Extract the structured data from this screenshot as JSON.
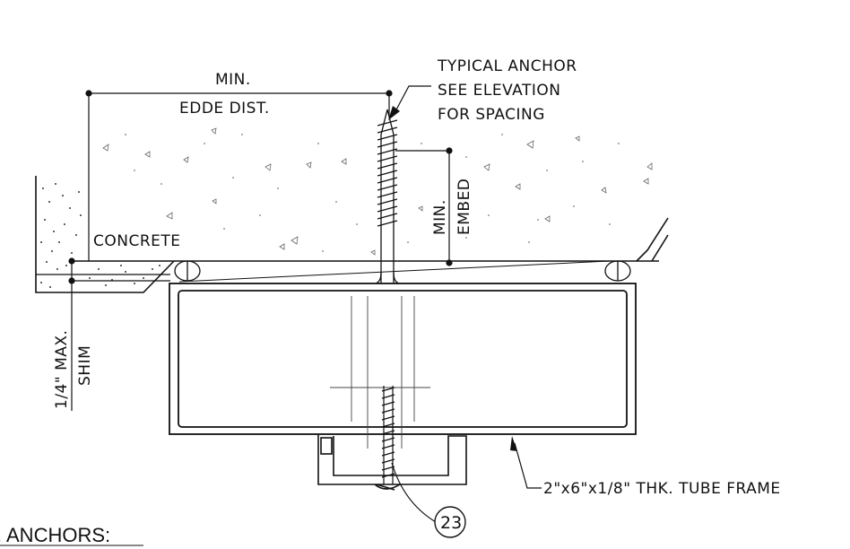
{
  "labels": {
    "min_edge_line1": "MIN.",
    "min_edge_line2": "EDDE DIST.",
    "anchor_line1": "TYPICAL ANCHOR",
    "anchor_line2": "SEE ELEVATION",
    "anchor_line3": "FOR SPACING",
    "embed_line1": "MIN.",
    "embed_line2": "EMBED",
    "concrete": "CONCRETE",
    "shim_line1": "1/4\" MAX.",
    "shim_line2": "SHIM",
    "tube_frame": "2\"x6\"x1/8\" THK. TUBE FRAME",
    "callout_number": "23",
    "section_heading": ". ANCHORS:"
  },
  "colors": {
    "line": "#111111",
    "hatch": "#555555",
    "dim": "#222222"
  }
}
